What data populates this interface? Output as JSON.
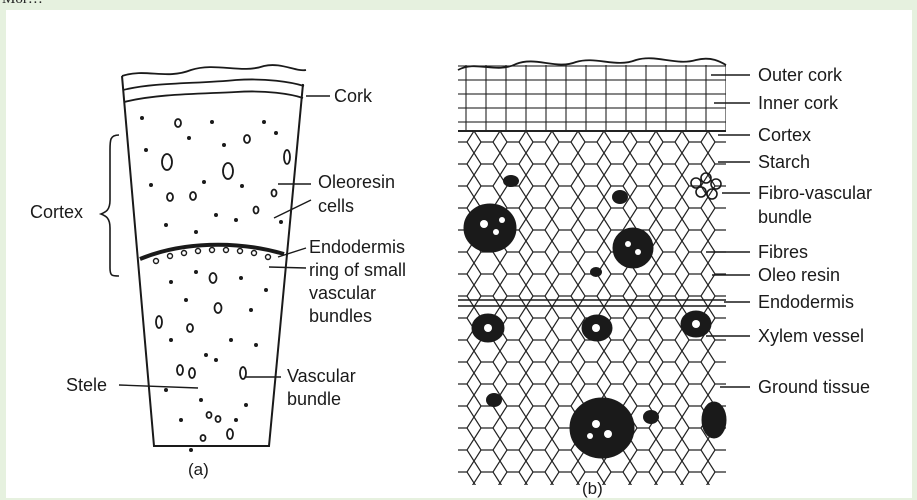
{
  "header": {
    "partial_text": "Mor…"
  },
  "figure_a": {
    "caption": "(a)",
    "labels": {
      "cork": "Cork",
      "cortex": "Cortex",
      "oleoresin_line1": "Oleoresin",
      "oleoresin_line2": "cells",
      "endodermis_line1": "Endodermis",
      "endodermis_line2": "ring of small",
      "endodermis_line3": "vascular",
      "endodermis_line4": "bundles",
      "stele": "Stele",
      "vascular_line1": "Vascular",
      "vascular_line2": "bundle"
    }
  },
  "figure_b": {
    "caption": "(b)",
    "labels": {
      "outer_cork": "Outer cork",
      "inner_cork": "Inner cork",
      "cortex": "Cortex",
      "starch": "Starch",
      "fibro_line1": "Fibro-vascular",
      "fibro_line2": "bundle",
      "fibres": "Fibres",
      "oleo_resin": "Oleo resin",
      "endodermis": "Endodermis",
      "xylem_vessel": "Xylem vessel",
      "ground_tissue": "Ground tissue"
    }
  },
  "colors": {
    "background": "#e6f1df",
    "panel": "#ffffff",
    "ink": "#1a1a1a"
  }
}
